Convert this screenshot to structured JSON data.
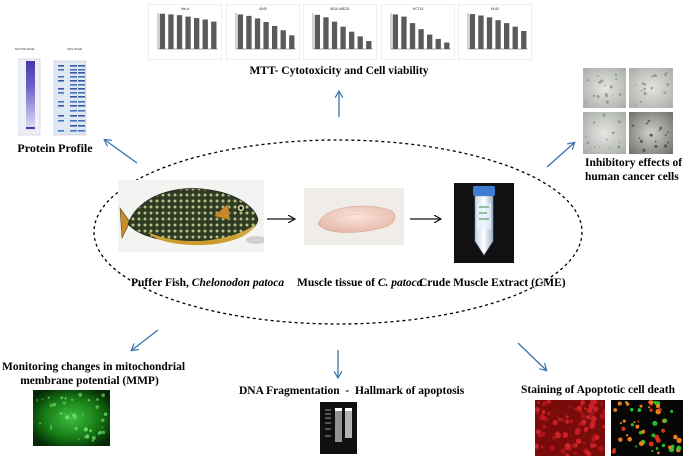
{
  "labels": {
    "mtt": "MTT- Cytotoxicity and Cell viability",
    "protein": "Protein Profile",
    "inhibitory_line1": "Inhibitory effects of",
    "inhibitory_line2": "human cancer cells",
    "puffer_prefix": "Puffer Fish, ",
    "puffer_species": "Chelonodon patoca",
    "muscle_prefix": "Muscle tissue of ",
    "muscle_species": "C. patoca",
    "cme": "Crude Muscle Extract (CME)",
    "mmp_line1": "Monitoring changes in mitochondrial",
    "mmp_line2": "membrane potential (MMP)",
    "dna_a": "DNA Fragmentation",
    "dna_sep": "-",
    "dna_b": "Hallmark of apoptosis",
    "staining": "Staining of Apoptotic cell death"
  },
  "gel": {
    "native_label": "NATIVE PAGE",
    "sds_label": "SDS PAGE"
  },
  "mtt_charts": [
    {
      "title": "HeLa",
      "values": [
        98,
        96,
        94,
        90,
        86,
        82,
        76
      ]
    },
    {
      "title": "A549",
      "values": [
        96,
        92,
        85,
        75,
        64,
        52,
        38
      ]
    },
    {
      "title": "MDA-MB231",
      "values": [
        95,
        88,
        76,
        62,
        48,
        35,
        22
      ]
    },
    {
      "title": "HCT15",
      "values": [
        96,
        90,
        72,
        55,
        40,
        28,
        18
      ]
    },
    {
      "title": "HL60",
      "values": [
        97,
        93,
        88,
        80,
        72,
        62,
        50
      ]
    }
  ]
}
